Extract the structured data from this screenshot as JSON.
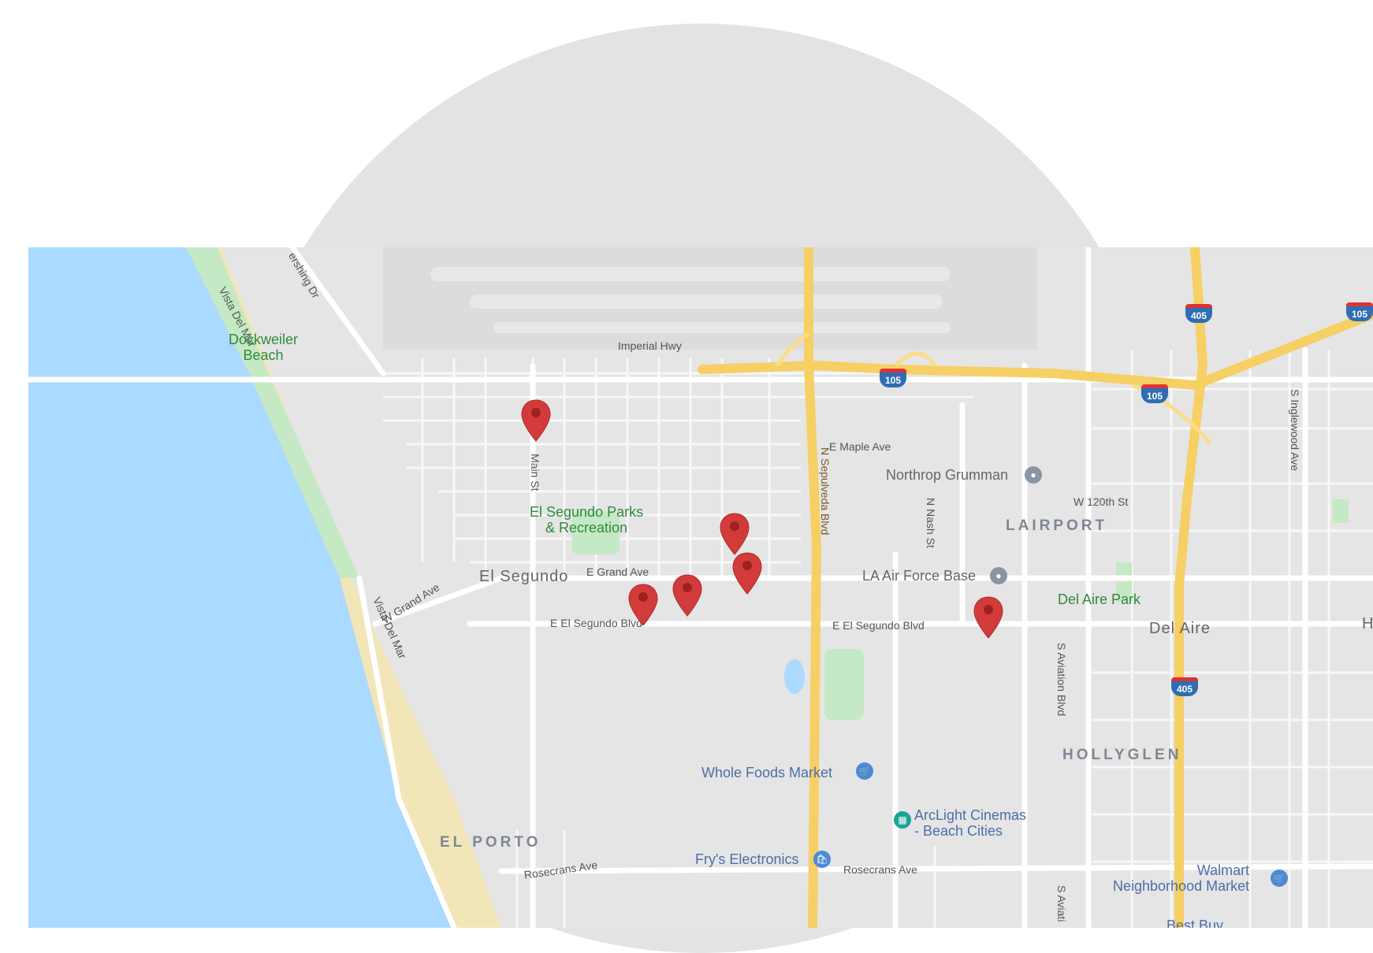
{
  "streets": {
    "imperial_hwy": "Imperial Hwy",
    "vista_del_mar_north": "Vista Del Mar",
    "vista_del_mar_south": "Vista Del Mar",
    "pershing_dr": "ershing Dr",
    "main_st": "Main St",
    "e_maple_ave": "E Maple Ave",
    "n_sepulveda_blvd": "N Sepulveda Blvd",
    "w_120th_st": "W 120th St",
    "n_nash_st": "N Nash St",
    "e_grand_ave": "E Grand Ave",
    "w_grand_ave": "W Grand Ave",
    "e_el_segundo_blvd_west": "E El Segundo Blvd",
    "e_el_segundo_blvd_east": "E El Segundo Blvd",
    "s_aviation_blvd": "S Aviation Blvd",
    "s_aviation_bottom": "S Aviati",
    "s_inglewood_ave": "S Inglewood Ave",
    "rosecrans_ave_west": "Rosecrans Ave",
    "rosecrans_ave_east": "Rosecrans Ave"
  },
  "places": {
    "dockweiler_beach": "Dockweiler\nBeach",
    "el_segundo_parks": "El Segundo Parks\n& Recreation",
    "el_segundo": "El Segundo",
    "lairport": "LAIRPORT",
    "del_aire": "Del Aire",
    "del_aire_park": "Del Aire Park",
    "hollyglen": "HOLLYGLEN",
    "el_porto": "EL PORTO",
    "edge_h": "H"
  },
  "pois": {
    "northrop_grumman": "Northrop Grumman",
    "la_air_force_base": "LA Air Force Base",
    "whole_foods": "Whole Foods Market",
    "arclight": "ArcLight Cinemas\n- Beach Cities",
    "frys": "Fry's Electronics",
    "walmart": "Walmart\nNeighborhood Market",
    "best_buy": "Best Buy"
  },
  "shields": {
    "i105_a": "105",
    "i105_b": "105",
    "i105_c": "105",
    "i405_a": "405",
    "i405_b": "405"
  },
  "markers": [
    "location-marker",
    "location-marker",
    "location-marker",
    "location-marker",
    "location-marker",
    "location-marker"
  ],
  "colors": {
    "water": "#aadaff",
    "land": "#e5e5e5",
    "road": "#ffffff",
    "freeway": "#f6cf65",
    "park": "#c5e8c5",
    "pin": "#d33b3b"
  }
}
